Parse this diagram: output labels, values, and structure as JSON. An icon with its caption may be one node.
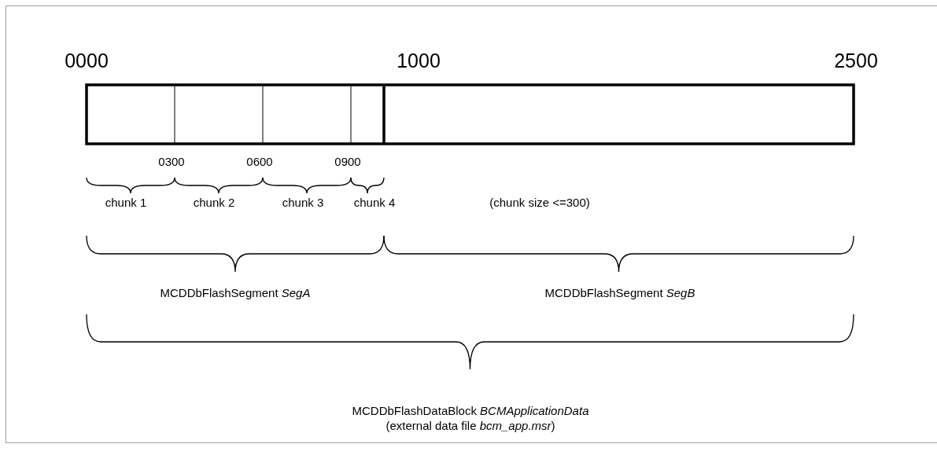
{
  "diagram": {
    "labels": [
      "0000",
      "1000",
      "2500",
      "0300",
      "0600",
      "0900",
      "chunk 1",
      "chunk 2",
      "chunk 3",
      "chunk 4",
      "(chunk size <=300)",
      "MCDDbFlashSegment *SegA*",
      "MCDDbFlashSegment *SegB*",
      "MCDDbFlashDataBlock *BCMApplicationData*",
      "(external data file *bcm_app.msr*)"
    ]
  }
}
